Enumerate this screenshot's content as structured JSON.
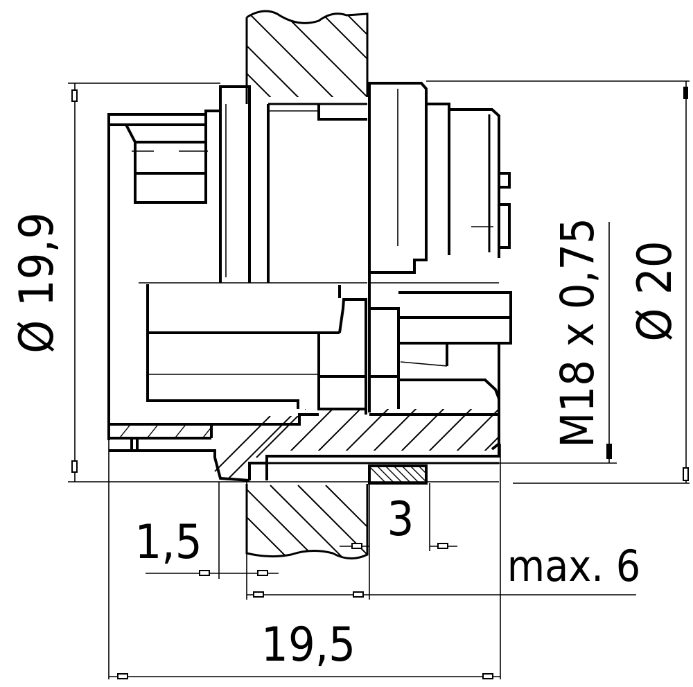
{
  "drawing": {
    "type": "connector cross-section technical drawing",
    "line_color": "#000000",
    "background": "#ffffff"
  },
  "dimensions": {
    "body_diameter": {
      "label": "Ø 19,9",
      "orientation": "vertical",
      "side": "left"
    },
    "thread": {
      "label": "M18 x 0,75",
      "orientation": "vertical",
      "side": "right"
    },
    "panel_cutout_diameter": {
      "label": "Ø 20",
      "orientation": "vertical",
      "side": "far-right"
    },
    "flange_thickness": {
      "label": "1,5",
      "orientation": "horizontal",
      "position": "bottom-left"
    },
    "nut_thickness": {
      "label": "3",
      "orientation": "horizontal",
      "position": "bottom-center"
    },
    "max_panel_thickness": {
      "label": "max. 6",
      "orientation": "horizontal",
      "position": "bottom-right"
    },
    "overall_length": {
      "label": "19,5",
      "orientation": "horizontal",
      "position": "bottom"
    }
  }
}
